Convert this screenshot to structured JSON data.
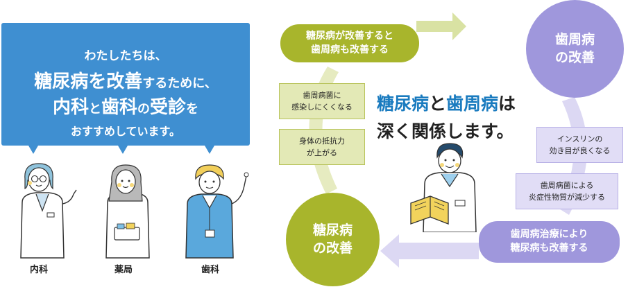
{
  "banner": {
    "line1": "わたしたちは、",
    "line2_a": "糖尿病を改善",
    "line2_b": "するために、",
    "line3_a": "内科",
    "line3_b": "と",
    "line3_c": "歯科",
    "line3_d": "の",
    "line3_e": "受診",
    "line3_f": "を",
    "line4": "おすすめしています。"
  },
  "people": [
    {
      "label": "内科"
    },
    {
      "label": "薬局"
    },
    {
      "label": "歯科"
    }
  ],
  "diagram": {
    "circle_teeth": {
      "line1": "歯周病",
      "line2": "の改善"
    },
    "circle_diabetes": {
      "line1": "糖尿病",
      "line2": "の改善"
    },
    "pill_green": {
      "line1": "糖尿病が改善すると",
      "line2": "歯周病も改善する"
    },
    "pill_purple": {
      "line1": "歯周病治療により",
      "line2": "糖尿病も改善する"
    },
    "box_g1": {
      "line1": "歯周病菌に",
      "line2": "感染しにくくなる"
    },
    "box_g2": {
      "line1": "身体の抵抗力",
      "line2": "が上がる"
    },
    "box_p1": {
      "line1": "インスリンの",
      "line2": "効き目が良くなる"
    },
    "box_p2": {
      "line1": "歯周病菌による",
      "line2": "炎症性物質が減少する"
    },
    "headline": {
      "a": "糖尿病",
      "b": "と",
      "c": "歯周病",
      "d": "は",
      "line2": "深く関係します。"
    }
  },
  "colors": {
    "banner_blue": "#3f8fd1",
    "green": "#a8b52c",
    "purple": "#9f97dc",
    "highlight_blue": "#1a7bbf"
  }
}
